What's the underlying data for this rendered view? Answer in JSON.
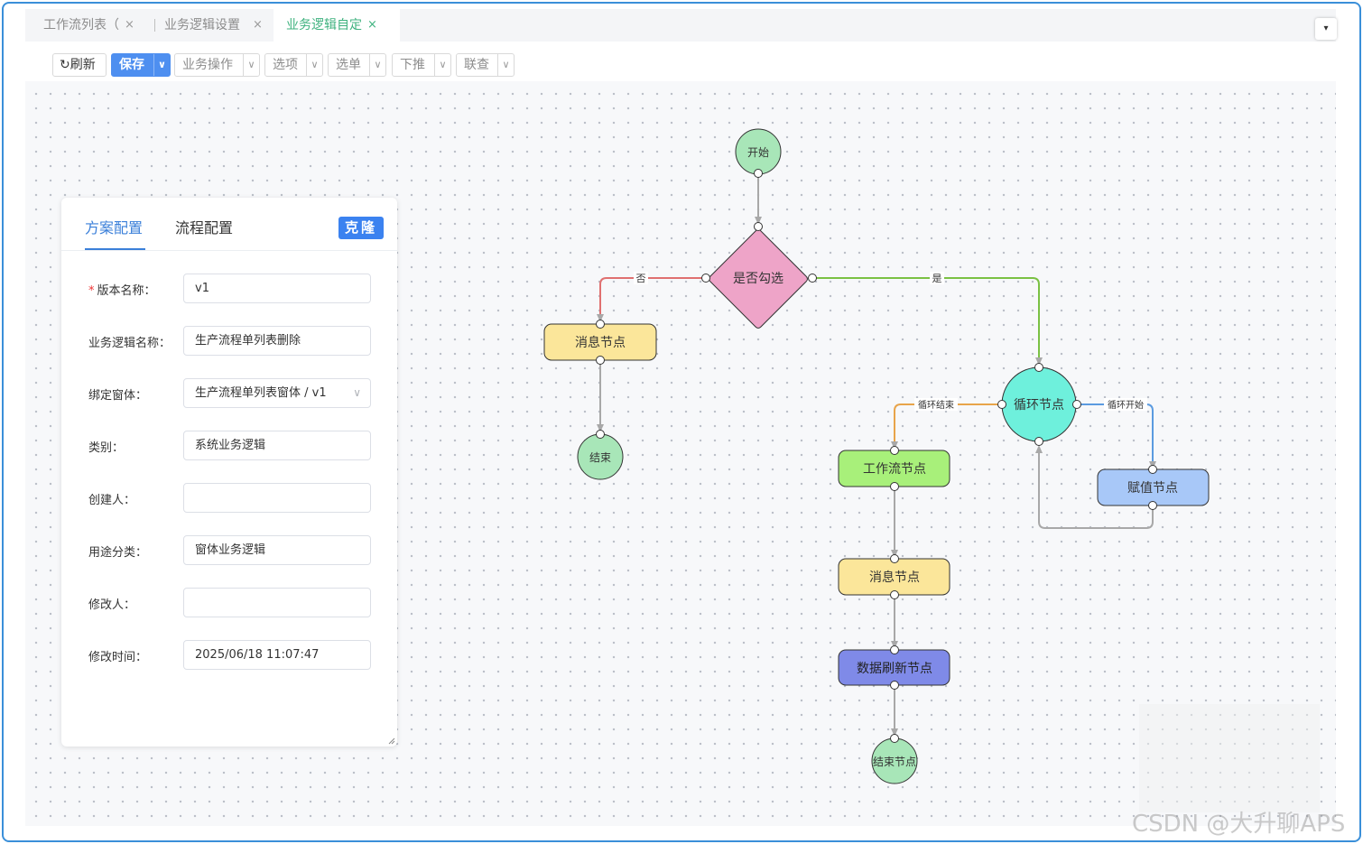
{
  "tabs": [
    {
      "label": "工作流列表（",
      "active": false
    },
    {
      "label": "业务逻辑设置",
      "active": false
    },
    {
      "label": "业务逻辑自定",
      "active": true
    }
  ],
  "close_glyph": "×",
  "tab_dropdown_glyph": "▾",
  "toolbar": {
    "refresh_icon": "↻",
    "refresh": "刷新",
    "save": "保存",
    "business_ops": "业务操作",
    "options": "选项",
    "select": "选单",
    "push_down": "下推",
    "query": "联查",
    "caret": "∨"
  },
  "panel": {
    "tab_scheme": "方案配置",
    "tab_flow": "流程配置",
    "clone": "克隆",
    "fields": [
      {
        "label": "版本名称：",
        "value": "v1",
        "required": true
      },
      {
        "label": "业务逻辑名称：",
        "value": "生产流程单列表删除"
      },
      {
        "label": "绑定窗体：",
        "value": "生产流程单列表窗体 / v1",
        "select": true
      },
      {
        "label": "类别：",
        "value": "系统业务逻辑"
      },
      {
        "label": "创建人：",
        "value": ""
      },
      {
        "label": "用途分类：",
        "value": "窗体业务逻辑"
      },
      {
        "label": "修改人：",
        "value": ""
      },
      {
        "label": "修改时间：",
        "value": "2025/06/18 11:07:47"
      }
    ]
  },
  "flow": {
    "nodes": {
      "start": "开始",
      "decision": "是否勾选",
      "msg1": "消息节点",
      "end1": "结束",
      "loop": "循环节点",
      "workflow": "工作流节点",
      "assign": "赋值节点",
      "msg2": "消息节点",
      "refresh": "数据刷新节点",
      "endnode": "结束节点"
    },
    "edge_labels": {
      "no": "否",
      "yes": "是",
      "loop_end": "循环结束",
      "loop_start": "循环开始"
    },
    "colors": {
      "no_edge": "#e07070",
      "yes_edge": "#7ac143",
      "loop_end_edge": "#e8a44a",
      "loop_start_edge": "#5b9be0",
      "default_edge": "#a8a8a8",
      "start_fill": "#a8e6b8",
      "decision_fill": "#eea4c8",
      "msg_fill": "#fbe69a",
      "loop_fill": "#6ef0dc",
      "workflow_fill": "#a8f07a",
      "assign_fill": "#a8c8f8",
      "refresh_fill": "#7f8ae8"
    }
  },
  "watermark": "CSDN @大升聊APS"
}
